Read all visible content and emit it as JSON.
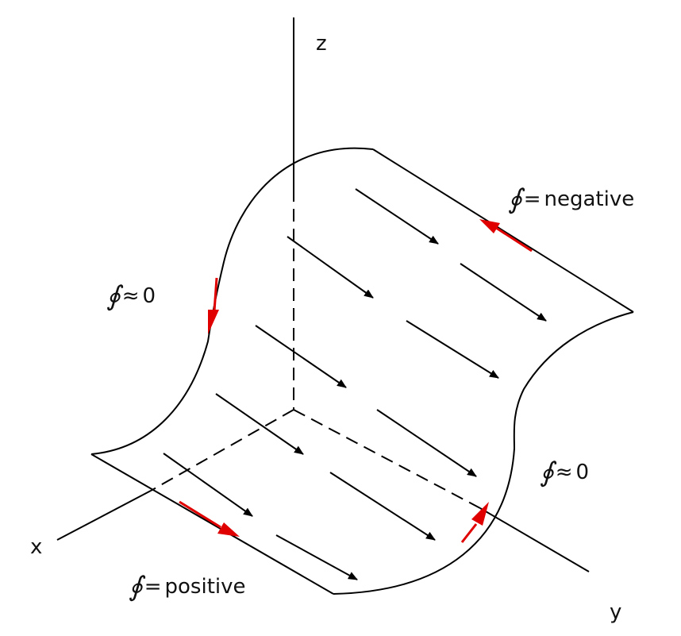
{
  "axes": {
    "x": "x",
    "y": "y",
    "z": "z"
  },
  "integral_symbol": "∮",
  "annotations": {
    "top": {
      "relation": "=",
      "value": "negative"
    },
    "left": {
      "relation": "≈",
      "value": "0"
    },
    "right": {
      "relation": "≈",
      "value": "0"
    },
    "bottom": {
      "relation": "=",
      "value": "positive"
    }
  },
  "colors": {
    "lines": "#000000",
    "circulation_arrows": "#e00000",
    "field_arrows": "#000000"
  }
}
